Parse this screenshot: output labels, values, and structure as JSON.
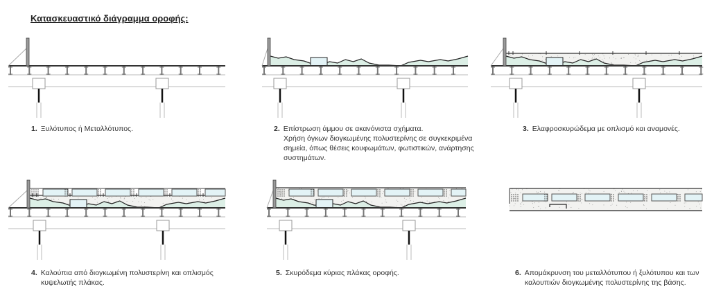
{
  "title": "Κατασκευαστικό διάγραμμα οροφής:",
  "steps": [
    {
      "number": "1.",
      "lines": [
        "Ξυλότυπος ή Μεταλλότυπος."
      ]
    },
    {
      "number": "2.",
      "lines": [
        "Επίστρωση άμμου σε ακανόνιστα σχήματα.",
        "Χρήση όγκων διογκωμένης πολυστερίνης σε συγκεκριμένα",
        "σημεία, όπως θέσεις κουφωμάτων, φωτιστικών, ανάρτησης",
        "συστημάτων."
      ]
    },
    {
      "number": "3.",
      "lines": [
        "Ελαφροσκυρώδεμα με οπλισμό και αναμονές."
      ]
    },
    {
      "number": "4.",
      "lines": [
        "Καλούπια από διογκωμένη πολυστερίνη και οπλισμός",
        "κυψελωτής πλάκας."
      ]
    },
    {
      "number": "5.",
      "lines": [
        "Σκυρόδεμα κύριας πλάκας οροφής."
      ]
    },
    {
      "number": "6.",
      "lines": [
        "Απομάκρυνση του μεταλλότυπου ή ξυλότυπου και των",
        "καλουπιών διογκωμένης πολυστερίνης της βάσης."
      ]
    }
  ],
  "colors": {
    "sand": "#dcefe6",
    "eps": "#e3f3f6",
    "concrete": "#f2f2f0",
    "line": "#333333",
    "wall": "#9a9a9a"
  }
}
